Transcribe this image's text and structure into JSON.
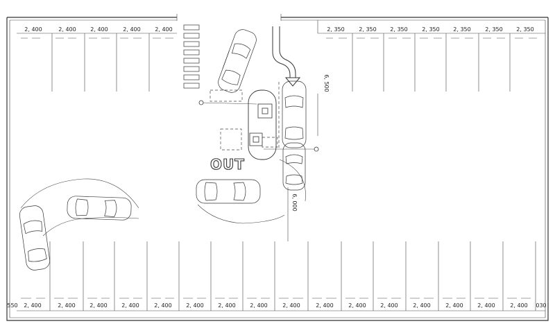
{
  "plan": {
    "top_left_dims": [
      "2, 400",
      "2, 400",
      "2, 400",
      "2, 400",
      "2, 400"
    ],
    "top_right_dims": [
      "2, 350",
      "2, 350",
      "2, 350",
      "2, 350",
      "2, 350",
      "2, 350",
      "2, 350"
    ],
    "bottom_dims": [
      "2, 400",
      "2, 400",
      "2, 400",
      "2, 400",
      "2, 400",
      "2, 400",
      "2, 400",
      "2, 400",
      "2, 400",
      "2, 400",
      "2, 400",
      "2, 400",
      "2, 400",
      "2, 400",
      "2, 400",
      "2, 400"
    ],
    "bottom_left_end": "550",
    "bottom_right_end": "030",
    "vertical_dim_top": "6, 500",
    "vertical_dim_bottom": "6, 000",
    "out_label": "OUT"
  }
}
